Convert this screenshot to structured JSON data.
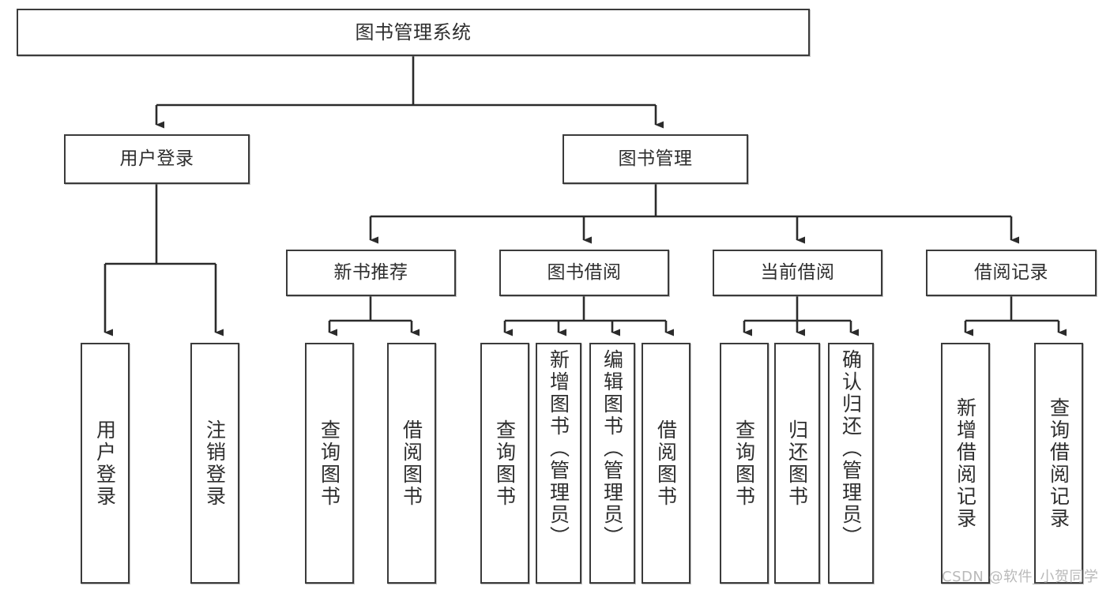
{
  "diagram": {
    "title": "图书管理系统",
    "type": "tree-hierarchy-diagram",
    "colors": {
      "box_border": "#3b3b3b",
      "box_fill": "#ffffff",
      "edge": "#2b2b2b",
      "text": "#2e2e2e",
      "watermark": "#b9b9b9",
      "background": "#ffffff"
    },
    "watermark": "CSDN @软件_小贺同学",
    "root": {
      "label": "图书管理系统"
    },
    "level2": [
      {
        "id": "user-login",
        "label": "用户登录"
      },
      {
        "id": "book-management",
        "label": "图书管理"
      }
    ],
    "level3": [
      {
        "id": "new-book-recommend",
        "label": "新书推荐"
      },
      {
        "id": "book-borrow",
        "label": "图书借阅"
      },
      {
        "id": "current-borrow",
        "label": "当前借阅"
      },
      {
        "id": "borrow-record",
        "label": "借阅记录"
      }
    ],
    "leaves": {
      "user_login": [
        {
          "id": "leaf-user-login",
          "label": "用户登录"
        },
        {
          "id": "leaf-logout-login",
          "label": "注销登录"
        }
      ],
      "new_book_recommend": [
        {
          "id": "leaf-query-book-1",
          "label": "查询图书"
        },
        {
          "id": "leaf-borrow-book-1",
          "label": "借阅图书"
        }
      ],
      "book_borrow": [
        {
          "id": "leaf-query-book-2",
          "label": "查询图书"
        },
        {
          "id": "leaf-add-book",
          "label": "新增图书（管理员）"
        },
        {
          "id": "leaf-edit-book",
          "label": "编辑图书（管理员）"
        },
        {
          "id": "leaf-borrow-book-2",
          "label": "借阅图书"
        }
      ],
      "current_borrow": [
        {
          "id": "leaf-query-book-3",
          "label": "查询图书"
        },
        {
          "id": "leaf-return-book",
          "label": "归还图书"
        },
        {
          "id": "leaf-confirm-return",
          "label": "确认归还（管理员）"
        }
      ],
      "borrow_record": [
        {
          "id": "leaf-add-borrow-record",
          "label": "新增借阅记录"
        },
        {
          "id": "leaf-query-borrow-record",
          "label": "查询借阅记录"
        }
      ]
    }
  }
}
